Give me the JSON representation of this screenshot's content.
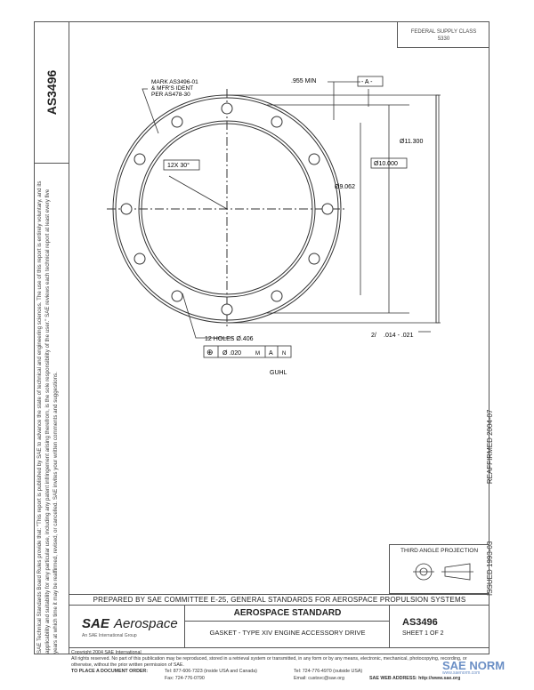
{
  "side": {
    "doc_number": "AS3496",
    "disclaimer": "SAE Technical Standards Board Rules provide that: \"This report is published by SAE to advance the state of technical and engineering sciences. The use of this report is entirely voluntary, and its applicability and suitability for any particular use, including any patent infringement arising therefrom, is the sole responsibility of the user.\" SAE reviews each technical report at least every five years at which time it may be reaffirmed, revised, or cancelled. SAE invites your written comments and suggestions."
  },
  "header": {
    "federal_supply_class": "FEDERAL SUPPLY CLASS",
    "fsc_code": "5330"
  },
  "drawing": {
    "mark_note": [
      "MARK AS3496-01",
      "& MFR'S IDENT",
      "PER AS478-30"
    ],
    "min_dim": ".955 MIN",
    "datum": "- A -",
    "dia_outer": "Ø11.300",
    "dia_box": "Ø10.000",
    "dia_inner": "Ø9.062",
    "angle_box": "12X 30°",
    "holes": "12 HOLES Ø.406",
    "fcf_symbol": "⊕",
    "fcf_tol": "Ø .020",
    "fcf_mod": "M",
    "fcf_datum": "A",
    "fcf_mod2": "N",
    "thickness": ".014 - .021",
    "thickness_prefix": "2/",
    "caption": "GUHL"
  },
  "right_strip": {
    "issued": "ISSUED 1993-03",
    "reaffirmed": "REAFFIRMED 2004-07"
  },
  "projection": {
    "label": "THIRD ANGLE PROJECTION"
  },
  "prepared": "PREPARED BY SAE COMMITTEE E-25, GENERAL STANDARDS FOR AEROSPACE PROPULSION SYSTEMS",
  "title_block": {
    "logo_sae": "SAE",
    "logo_aero": "Aerospace",
    "logo_sub": "An SAE International Group",
    "standard": "AEROSPACE STANDARD",
    "subtitle": "GASKET - TYPE XIV ENGINE ACCESSORY DRIVE",
    "number": "AS3496",
    "sheet": "SHEET 1 OF 2"
  },
  "footer": {
    "copyright": "Copyright 2004 SAE International",
    "rights": "All rights reserved. No part of this publication may be reproduced, stored in a retrieval system or transmitted, in any form or by any means, electronic, mechanical, photocopying, recording, or otherwise, without the prior written permission of SAE.",
    "order_label": "TO PLACE A DOCUMENT ORDER:",
    "tel1": "Tel: 877-606-7323 (inside USA and Canada)",
    "tel2": "Tel: 724-776-4970 (outside USA)",
    "fax": "Fax: 724-776-0790",
    "email": "Email: custsvc@sae.org",
    "web": "SAE WEB ADDRESS: http://www.sae.org"
  },
  "watermark": {
    "text": "SAE NORM",
    "sub": "www.saenorm.com"
  }
}
